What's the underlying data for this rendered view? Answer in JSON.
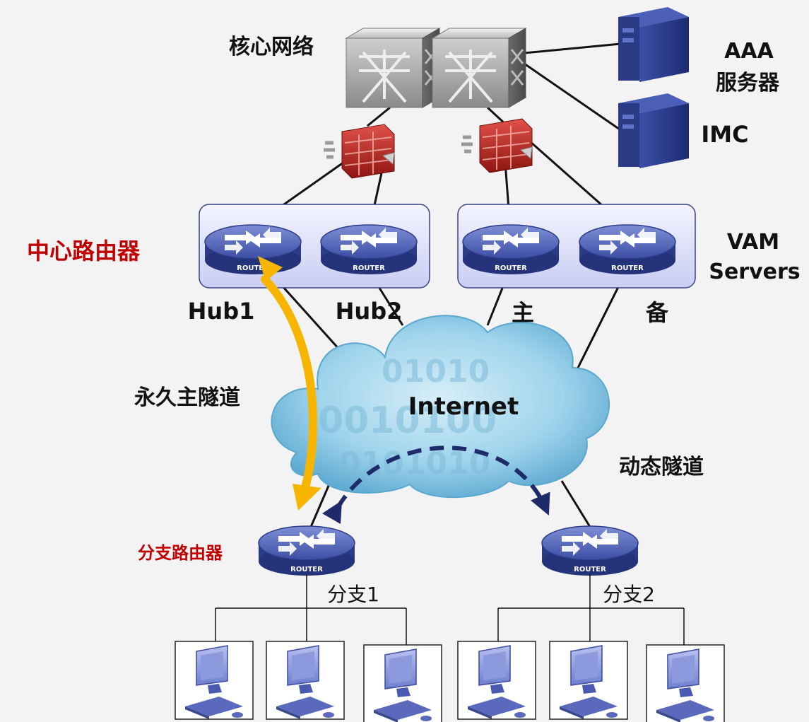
{
  "colors": {
    "background": "#f3f3f3",
    "accent_red": "#c00000",
    "line": "#111111",
    "router_blue": "#4a5db0",
    "tunnel_permanent": "#f7b500",
    "tunnel_dynamic": "#1f2a6b",
    "server_blue": "#2d3f8f",
    "cloud_blue": "#8ecbe6",
    "group_box": "#d8dcf5"
  },
  "labels": {
    "core_network": "核心网络",
    "aaa_server_line1": "AAA",
    "aaa_server_line2": "服务器",
    "imc": "IMC",
    "hub_routers": "中心路由器",
    "vam_servers_line1": "VAM",
    "vam_servers_line2": "Servers",
    "hub1": "Hub1",
    "hub2": "Hub2",
    "primary": "主",
    "backup": "备",
    "permanent_tunnel": "永久主隧道",
    "internet": "Internet",
    "dynamic_tunnel": "动态隧道",
    "branch_routers": "分支路由器",
    "branch1": "分支1",
    "branch2": "分支2",
    "router_badge": "ROUTER"
  },
  "icons": {
    "switch": "core-switch-icon",
    "firewall": "firewall-icon",
    "server": "server-icon",
    "router": "router-icon",
    "pc": "pc-icon",
    "cloud": "cloud-icon"
  }
}
